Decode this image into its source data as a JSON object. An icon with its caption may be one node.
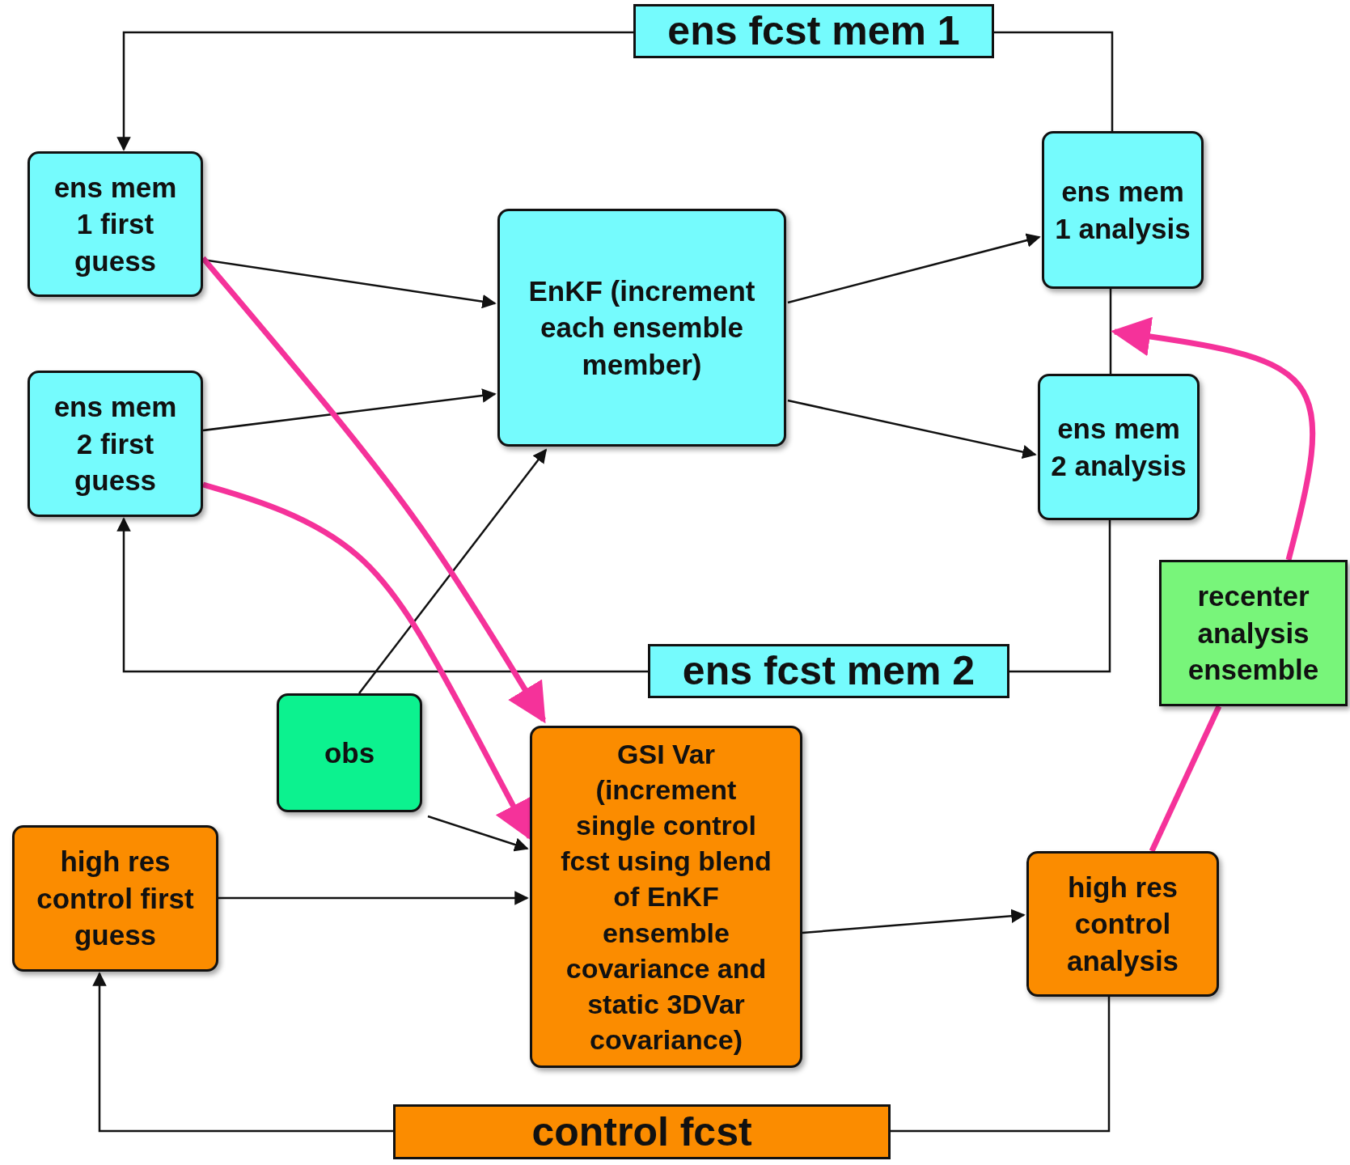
{
  "diagram": {
    "nodes": [
      {
        "text": [
          "ens fcst mem 1"
        ]
      },
      {
        "text": [
          "ens mem 1 first guess"
        ]
      },
      {
        "text": [
          "ens mem 2 first guess"
        ]
      },
      {
        "text": [
          "EnKF (increment each ensemble member)"
        ]
      },
      {
        "text": [
          "ens mem 1 analysis"
        ]
      },
      {
        "text": [
          "ens mem 2 analysis"
        ]
      },
      {
        "text": [
          "ens fcst mem 2"
        ]
      },
      {
        "text": [
          "recenter analysis ensemble"
        ]
      },
      {
        "text": [
          "obs"
        ]
      },
      {
        "text": [
          "GSI Var (increment single control fcst using blend of EnKF ensemble covariance and static 3DVar covariance)"
        ]
      },
      {
        "text": [
          "high res control first guess"
        ]
      },
      {
        "text": [
          "high res control analysis"
        ]
      },
      {
        "text": [
          "control fcst"
        ]
      }
    ],
    "edges": [
      {
        "from": 0,
        "to": 1,
        "arrow": "to"
      },
      {
        "from": 4,
        "to": 0,
        "arrow": "none"
      },
      {
        "from": 1,
        "to": 3,
        "arrow": "to"
      },
      {
        "from": 2,
        "to": 3,
        "arrow": "to"
      },
      {
        "from": 3,
        "to": 4,
        "arrow": "to"
      },
      {
        "from": 3,
        "to": 5,
        "arrow": "to"
      },
      {
        "from": 8,
        "to": 3,
        "arrow": "to"
      },
      {
        "from": 8,
        "to": 9,
        "arrow": "to"
      },
      {
        "from": 10,
        "to": 9,
        "arrow": "to"
      },
      {
        "from": 9,
        "to": 11,
        "arrow": "to"
      },
      {
        "from": 5,
        "to": 6,
        "arrow": "none"
      },
      {
        "from": 6,
        "to": 2,
        "arrow": "to"
      },
      {
        "from": 4,
        "to": 5,
        "arrow": "none"
      },
      {
        "from": 11,
        "to": 12,
        "arrow": "none"
      },
      {
        "from": 12,
        "to": 10,
        "arrow": "to"
      },
      {
        "from": 1,
        "to": 9,
        "arrow": "to",
        "style": "thick",
        "color": "#f5329a"
      },
      {
        "from": 2,
        "to": 9,
        "arrow": "to",
        "style": "thick",
        "color": "#f5329a"
      },
      {
        "from": 11,
        "to": 7,
        "arrow": "none",
        "style": "thick",
        "color": "#f5329a"
      },
      {
        "from": 7,
        "to": 5,
        "arrow": "to",
        "style": "thick",
        "color": "#f5329a"
      }
    ]
  }
}
